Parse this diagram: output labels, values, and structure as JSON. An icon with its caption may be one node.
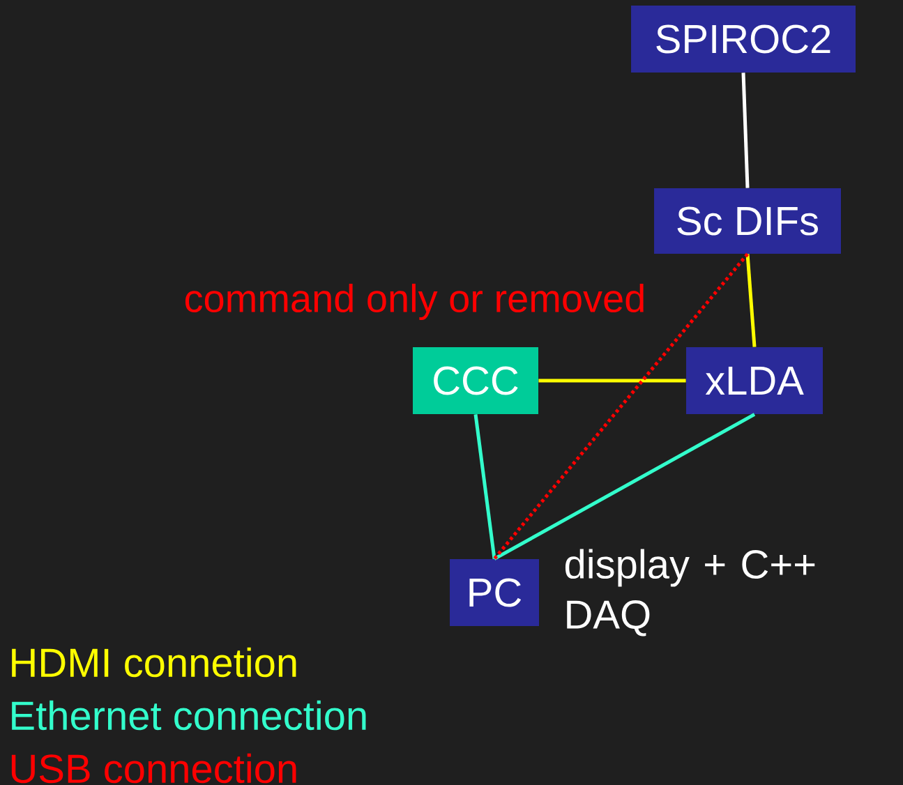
{
  "diagram": {
    "nodes": [
      {
        "text": [
          "SPIROC2"
        ]
      },
      {
        "text": [
          "Sc DIFs"
        ]
      },
      {
        "text": [
          "CCC"
        ]
      },
      {
        "text": [
          "xLDA"
        ]
      },
      {
        "text": [
          "PC"
        ],
        "beside": [
          "display + C++ DAQ"
        ]
      }
    ],
    "edges": [
      {
        "from": 0,
        "to": 1,
        "arrow": "none",
        "color": "#ffffff"
      },
      {
        "from": 1,
        "to": 3,
        "arrow": "none",
        "color": "#ffff00"
      },
      {
        "from": 2,
        "to": 3,
        "arrow": "none",
        "color": "#ffff00"
      },
      {
        "from": 2,
        "to": 4,
        "arrow": "none",
        "color": "#33ffcc"
      },
      {
        "from": 3,
        "to": 4,
        "arrow": "none",
        "color": "#33ffcc"
      },
      {
        "from": 1,
        "to": 4,
        "arrow": "none",
        "style": "dashed",
        "color": "#ff0000"
      }
    ],
    "labels": [
      "command only or removed"
    ],
    "legend": [
      {
        "text": "HDMI connetion",
        "color": "#ffff00"
      },
      {
        "text": "Ethernet connection",
        "color": "#33ffcc"
      },
      {
        "text": "USB connection",
        "color": "#ff0000"
      }
    ]
  }
}
